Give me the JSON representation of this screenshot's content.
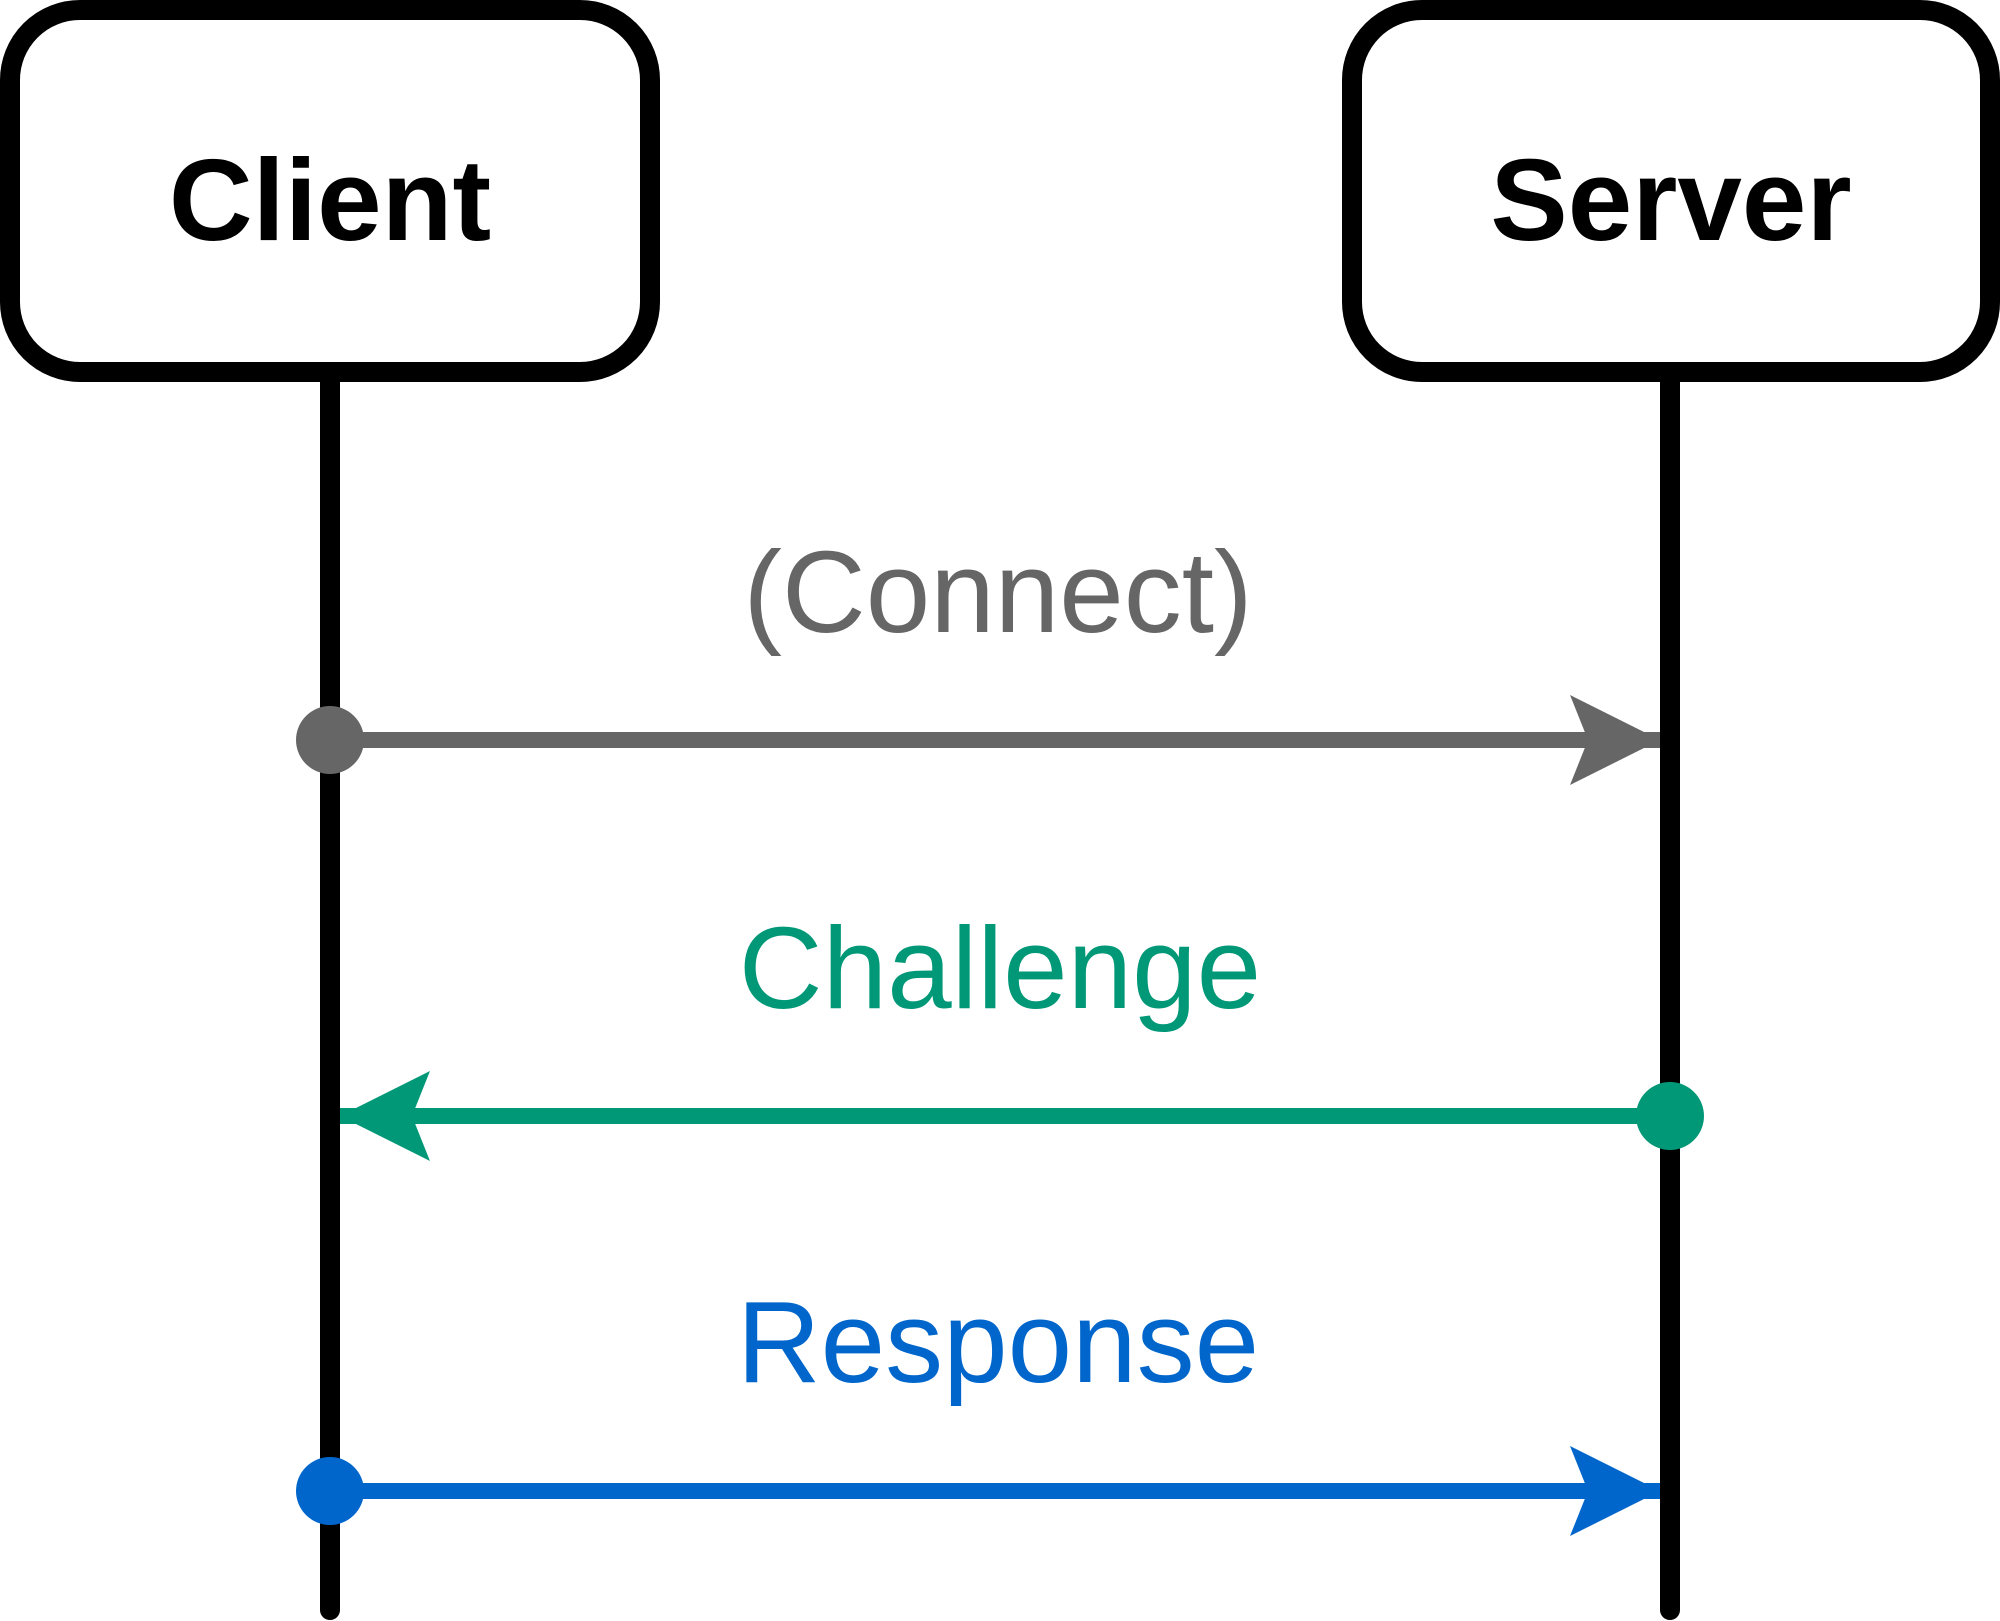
{
  "diagram": {
    "type": "sequence-diagram",
    "actors": [
      {
        "id": "client",
        "label": "Client"
      },
      {
        "id": "server",
        "label": "Server"
      }
    ],
    "messages": [
      {
        "label": "(Connect)",
        "from": "client",
        "to": "server",
        "color": "#666666"
      },
      {
        "label": "Challenge",
        "from": "server",
        "to": "client",
        "color": "#009877"
      },
      {
        "label": "Response",
        "from": "client",
        "to": "server",
        "color": "#0066CC"
      }
    ],
    "colors": {
      "actor_border": "#000000",
      "lifeline": "#000000"
    }
  }
}
